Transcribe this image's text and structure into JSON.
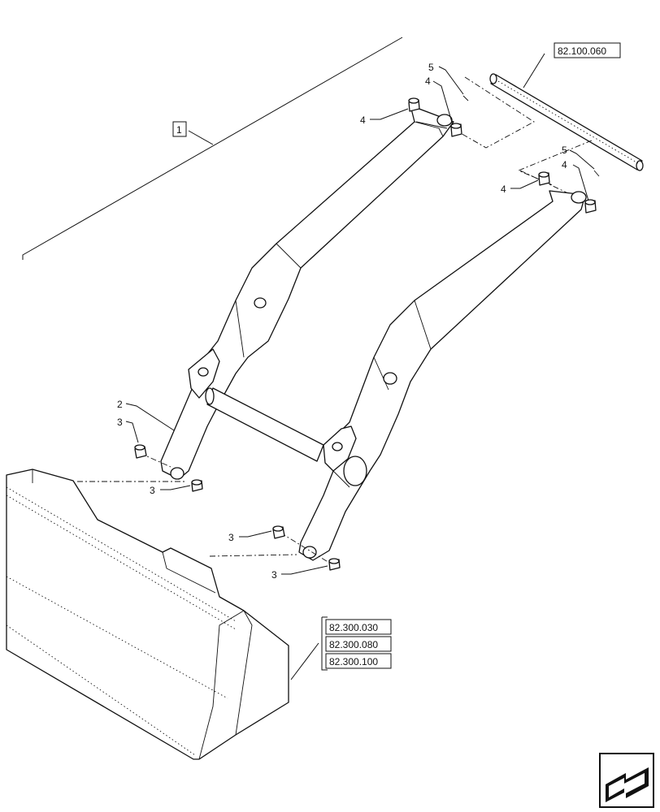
{
  "callouts": {
    "item_1": "1",
    "item_2": "2",
    "item_3": "3",
    "item_4": "4",
    "item_5": "5"
  },
  "references": {
    "ref_top": "82.100.060",
    "ref_bucket_1": "82.300.030",
    "ref_bucket_2": "82.300.080",
    "ref_bucket_3": "82.300.100"
  },
  "nav_icon": "next-page-arrow-icon"
}
